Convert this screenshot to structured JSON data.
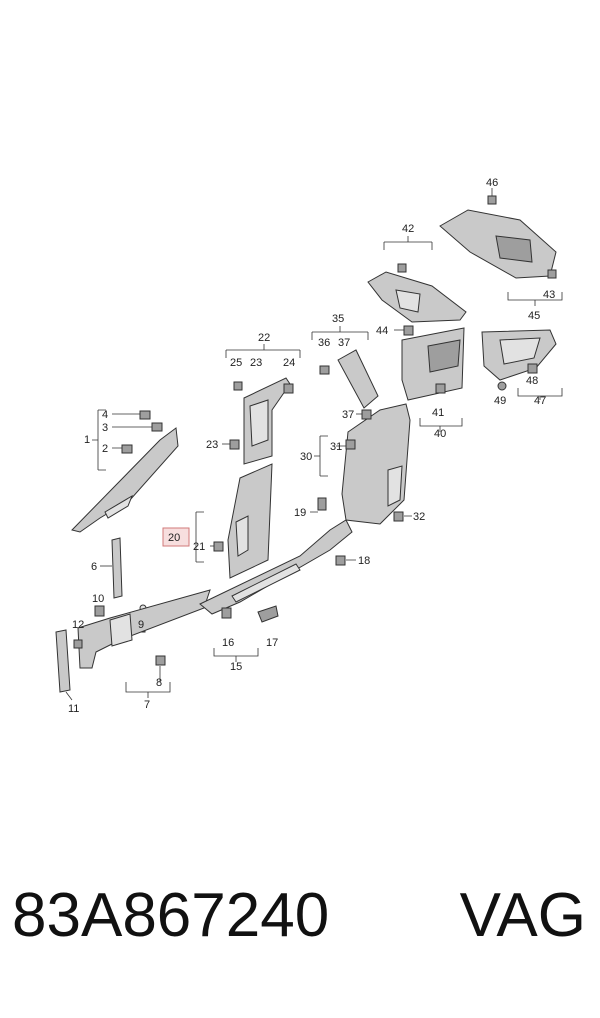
{
  "diagram": {
    "callouts": [
      "1",
      "2",
      "3",
      "4",
      "6",
      "7",
      "8",
      "9",
      "10",
      "11",
      "12",
      "15",
      "16",
      "17",
      "18",
      "19",
      "20",
      "21",
      "22",
      "23",
      "24",
      "25",
      "30",
      "31",
      "32",
      "35",
      "36",
      "37",
      "40",
      "41",
      "42",
      "43",
      "44",
      "45",
      "46",
      "47",
      "48",
      "49"
    ],
    "highlighted_callout": "20",
    "colors": {
      "highlight_fill": "#f7dede",
      "highlight_stroke": "#d17a7a",
      "part_fill": "#c9c9c9"
    }
  },
  "footer": {
    "part_number": "83A867240",
    "brand": "VAG"
  }
}
